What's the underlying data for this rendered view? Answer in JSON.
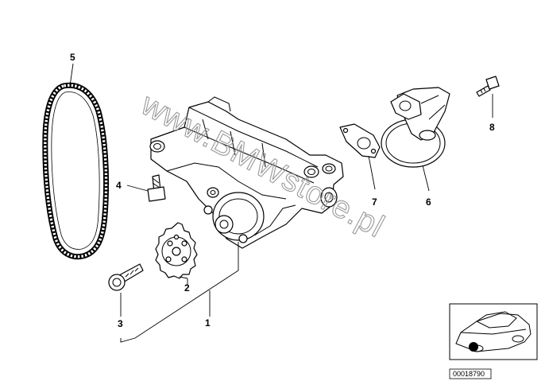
{
  "diagram": {
    "watermark": "www.BMWstore.pl",
    "reference_number": "00018790",
    "callouts": [
      {
        "id": "1",
        "label": "1"
      },
      {
        "id": "2",
        "label": "2"
      },
      {
        "id": "3",
        "label": "3"
      },
      {
        "id": "4",
        "label": "4"
      },
      {
        "id": "5",
        "label": "5"
      },
      {
        "id": "6",
        "label": "6"
      },
      {
        "id": "7",
        "label": "7"
      },
      {
        "id": "8",
        "label": "8"
      }
    ]
  }
}
